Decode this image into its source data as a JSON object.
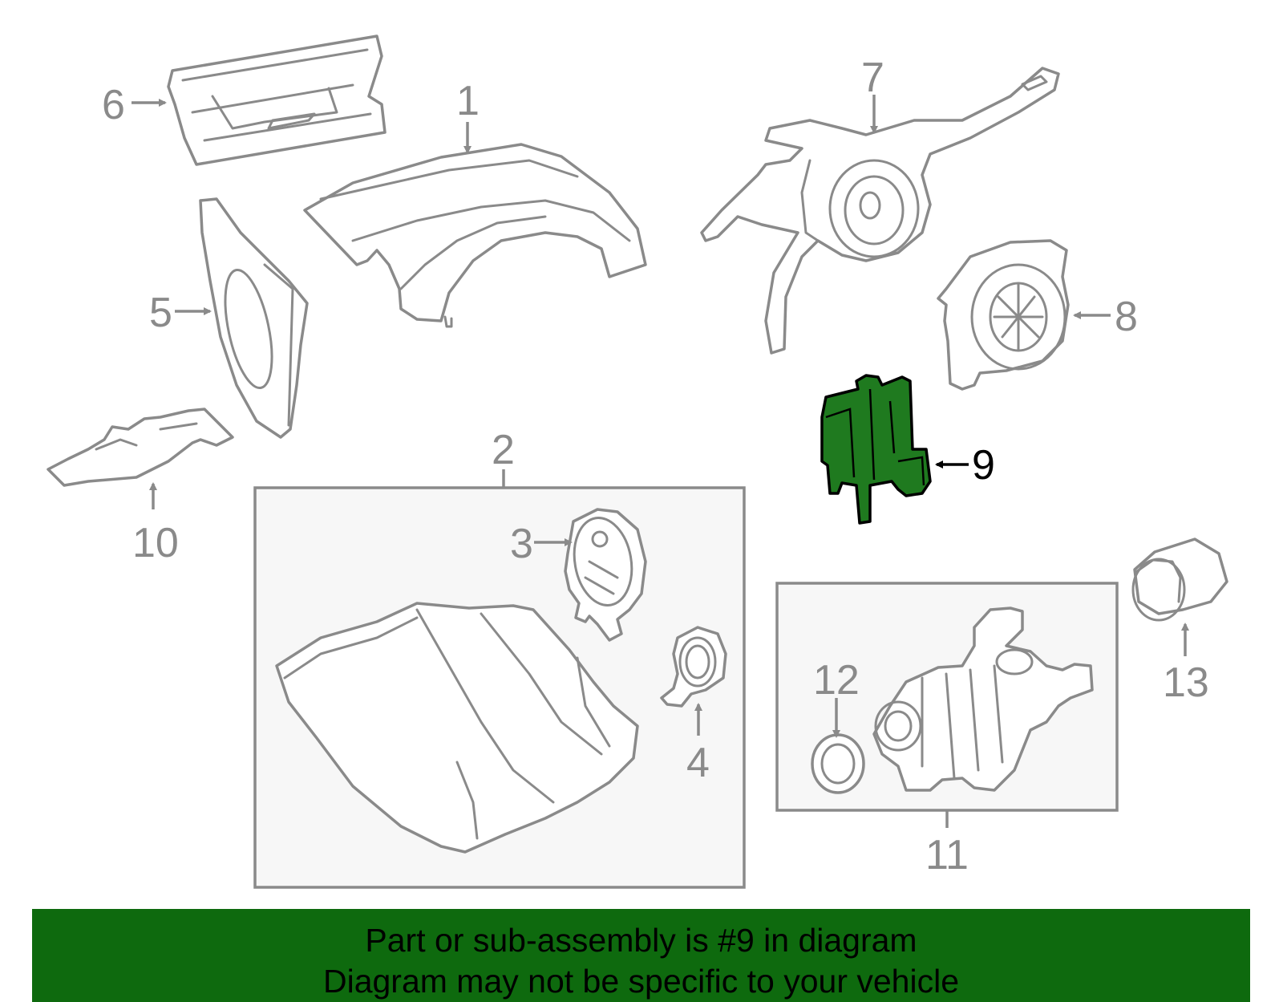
{
  "callouts": {
    "c1": "1",
    "c2": "2",
    "c3": "3",
    "c4": "4",
    "c5": "5",
    "c6": "6",
    "c7": "7",
    "c8": "8",
    "c9": "9",
    "c10": "10",
    "c11": "11",
    "c12": "12",
    "c13": "13"
  },
  "highlighted_part": "9",
  "colors": {
    "highlight": "#1f7a1f",
    "banner": "#0e6a0e",
    "line": "#8a8a8a"
  },
  "banner": {
    "line1": "Part or sub-assembly is #9 in diagram",
    "line2": "Diagram may not be specific to your vehicle"
  }
}
